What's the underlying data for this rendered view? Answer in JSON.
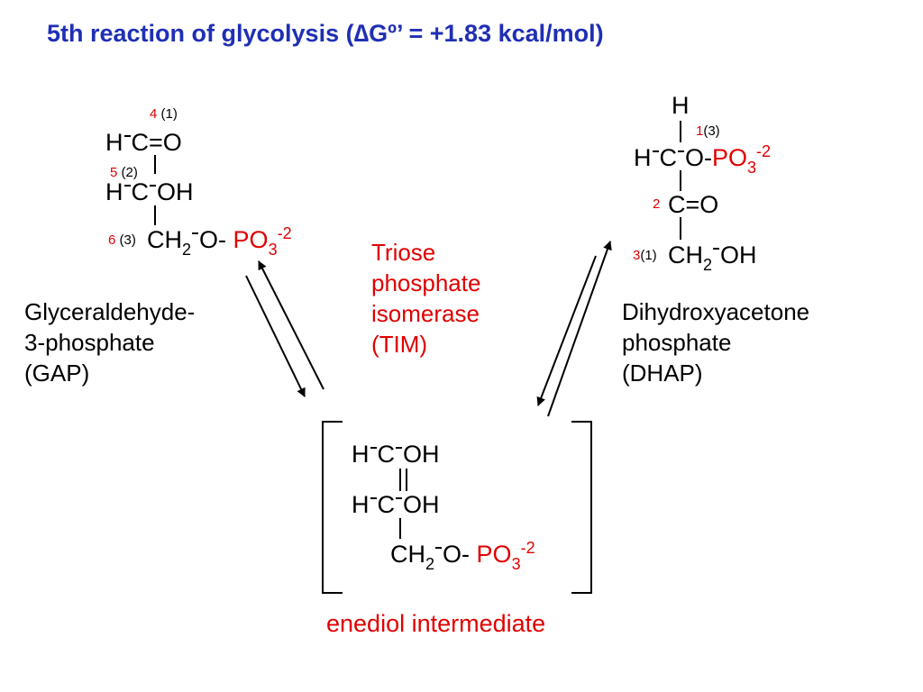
{
  "title": {
    "prefix": "5th reaction of glycolysis (",
    "delta": "∆",
    "rest": "Gº’ = +1.83 kcal/mol)"
  },
  "gap": {
    "row1": {
      "num_red": "4",
      "num_black": "(1)",
      "h": "H",
      "c": "C",
      "eq": "=",
      "o": "O"
    },
    "row2": {
      "num_red": "5",
      "num_black": "(2)",
      "h": "H",
      "c": "C",
      "oh": "OH"
    },
    "row3": {
      "num_red": "6",
      "num_black": "(3)",
      "ch": "CH",
      "sub2": "2",
      "o": "O",
      "dash": "-",
      "po": "PO",
      "sub3": "3",
      "charge": "-2"
    },
    "name": "Glyceraldehyde-\n3-phosphate\n(GAP)"
  },
  "dhap": {
    "top_h": "H",
    "row1": {
      "num_red": "1",
      "num_black": "(3)",
      "h": "H",
      "c": "C",
      "o": "O",
      "dash": "-",
      "po": "PO",
      "sub3": "3",
      "charge": "-2"
    },
    "row2": {
      "num_red": "2",
      "c": "C",
      "eq": "=",
      "o": "O"
    },
    "row3": {
      "num_red": "3",
      "num_black": "(1)",
      "ch": "CH",
      "sub2": "2",
      "oh": "OH"
    },
    "name": "Dihydroxyacetone\nphosphate\n(DHAP)"
  },
  "enzyme": "Triose\nphosphate\nisomerase\n(TIM)",
  "enediol": {
    "row1": {
      "h": "H",
      "c": "C",
      "oh": "OH"
    },
    "row2": {
      "h": "H",
      "c": "C",
      "oh": "OH"
    },
    "row3": {
      "ch": "CH",
      "sub2": "2",
      "o": "O",
      "dash": "-",
      "po": "PO",
      "sub3": "3",
      "charge": "-2"
    },
    "label": "enediol intermediate"
  },
  "colors": {
    "title": "#1f2fb5",
    "accent_red": "#e00000",
    "text": "#000000"
  }
}
